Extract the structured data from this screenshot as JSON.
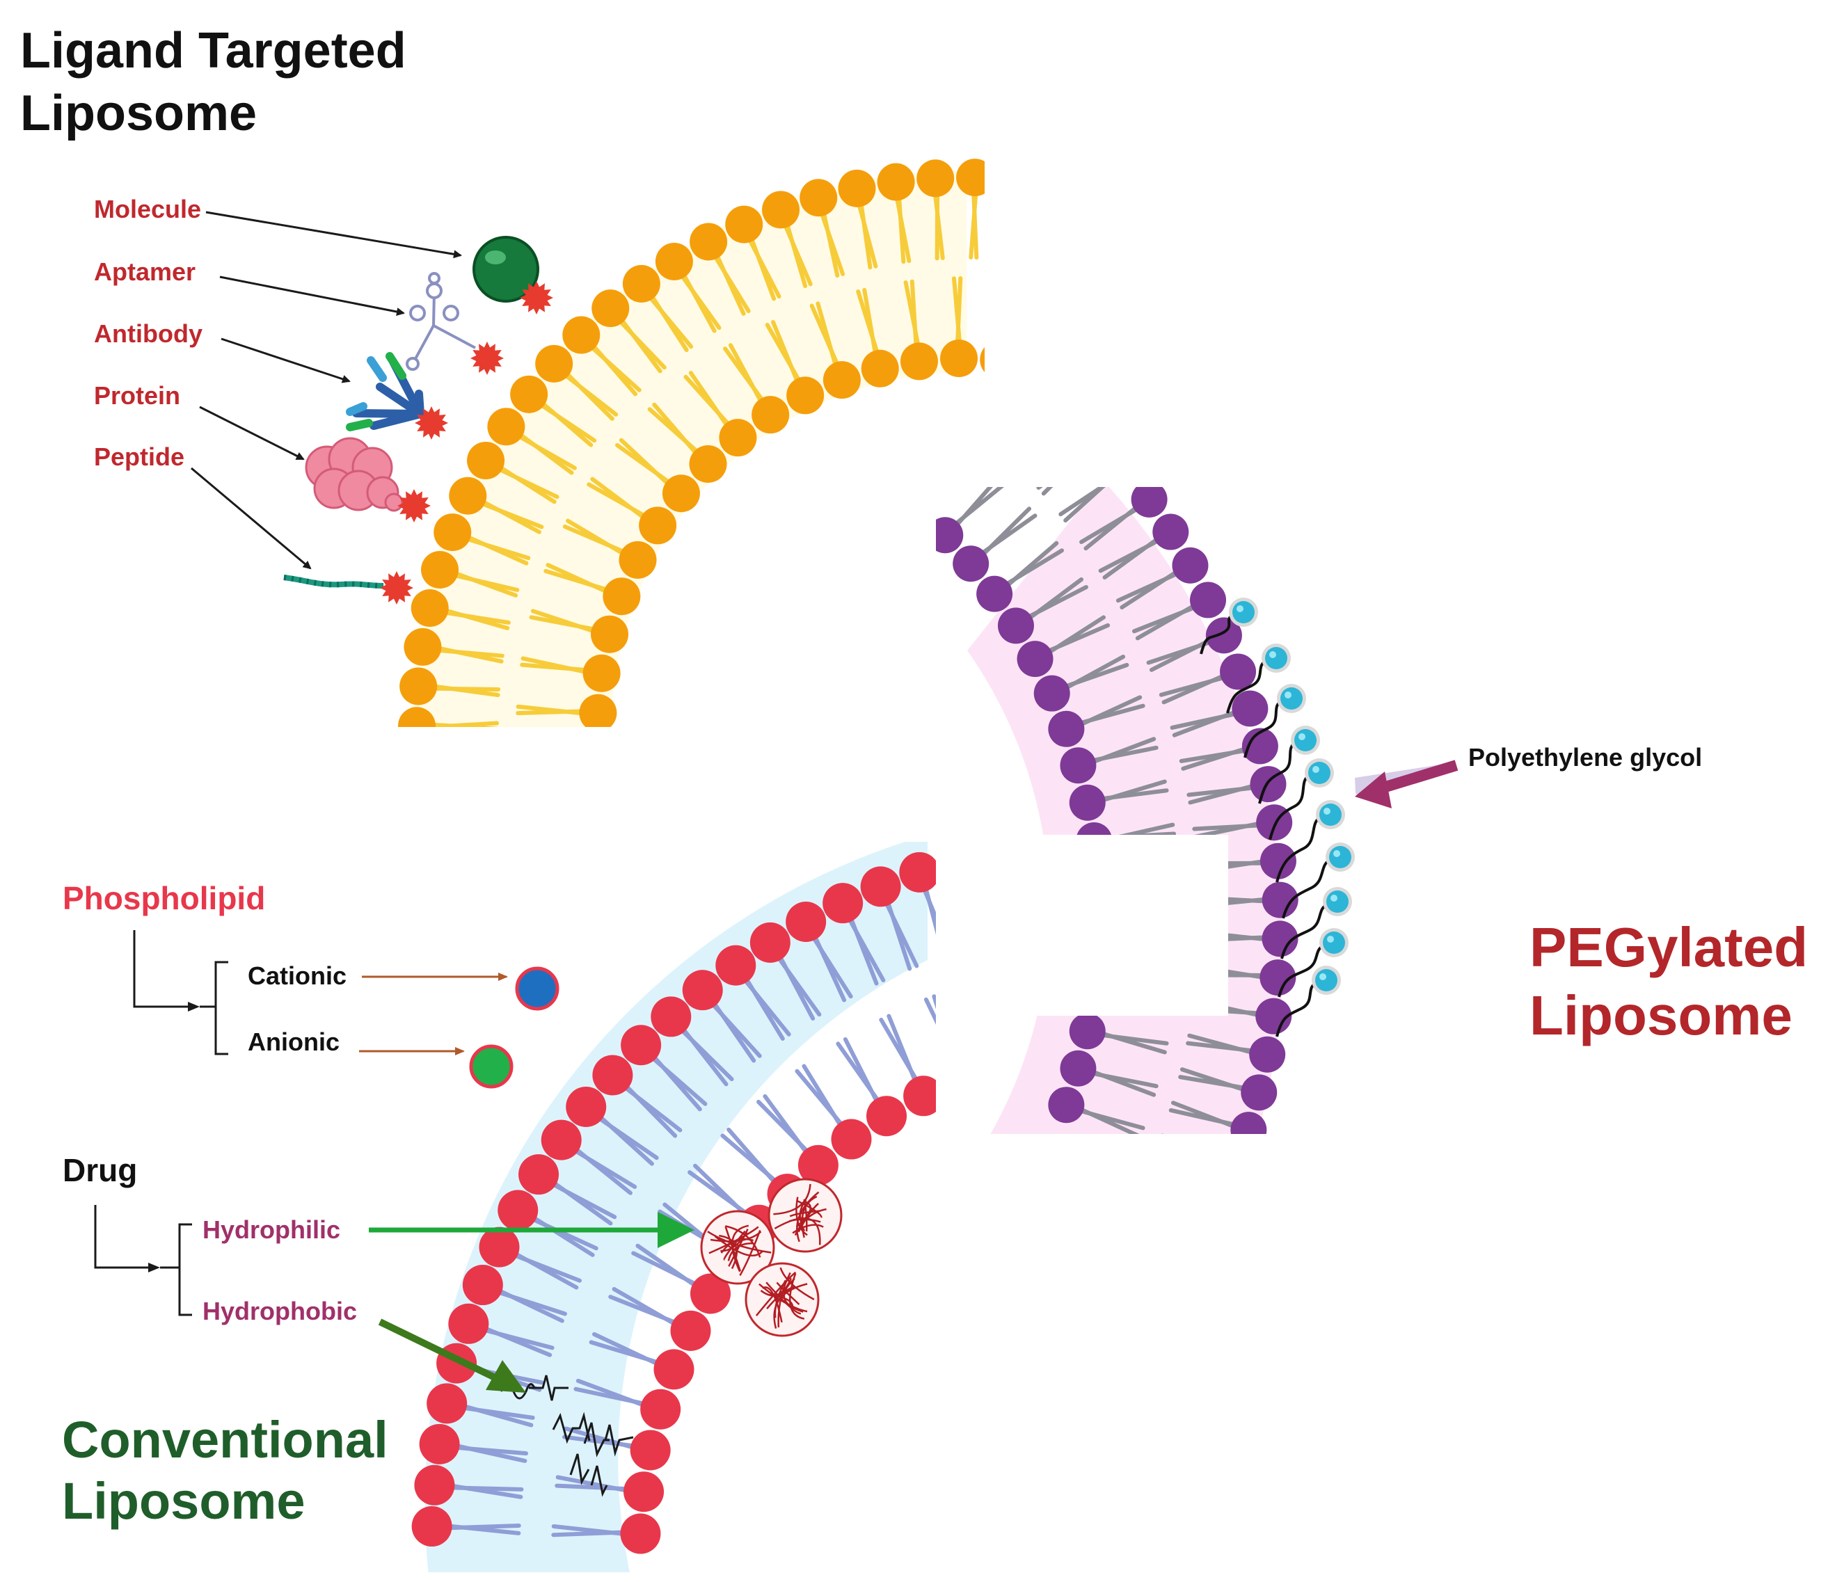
{
  "ligand_panel": {
    "title_line1": "Ligand Targeted",
    "title_line2": "Liposome",
    "ligands": [
      "Molecule",
      "Aptamer",
      "Antibody",
      "Protein",
      "Peptide"
    ],
    "colors": {
      "head": "#f59e0b",
      "ligand_label": "#c0282d",
      "linker": "#e63b2e"
    }
  },
  "peg_panel": {
    "title_line1": "PEGylated",
    "title_line2": "Liposome",
    "peg_label": "Polyethylene glycol",
    "colors": {
      "head": "#7e3a96",
      "peg_bead": "#2cb5d6",
      "arrow": "#a0306a"
    }
  },
  "conventional_panel": {
    "title_line1": "Conventional",
    "title_line2": "Liposome",
    "phospholipid_label": "Phospholipid",
    "phospholipid_types": [
      "Cationic",
      "Anionic"
    ],
    "drug_label": "Drug",
    "drug_types": [
      "Hydrophilic",
      "Hydrophobic"
    ],
    "colors": {
      "head": "#e8374b",
      "cationic": "#1f6fc0",
      "anionic": "#22b04a",
      "drug_arrow": "#1fa83a"
    }
  }
}
